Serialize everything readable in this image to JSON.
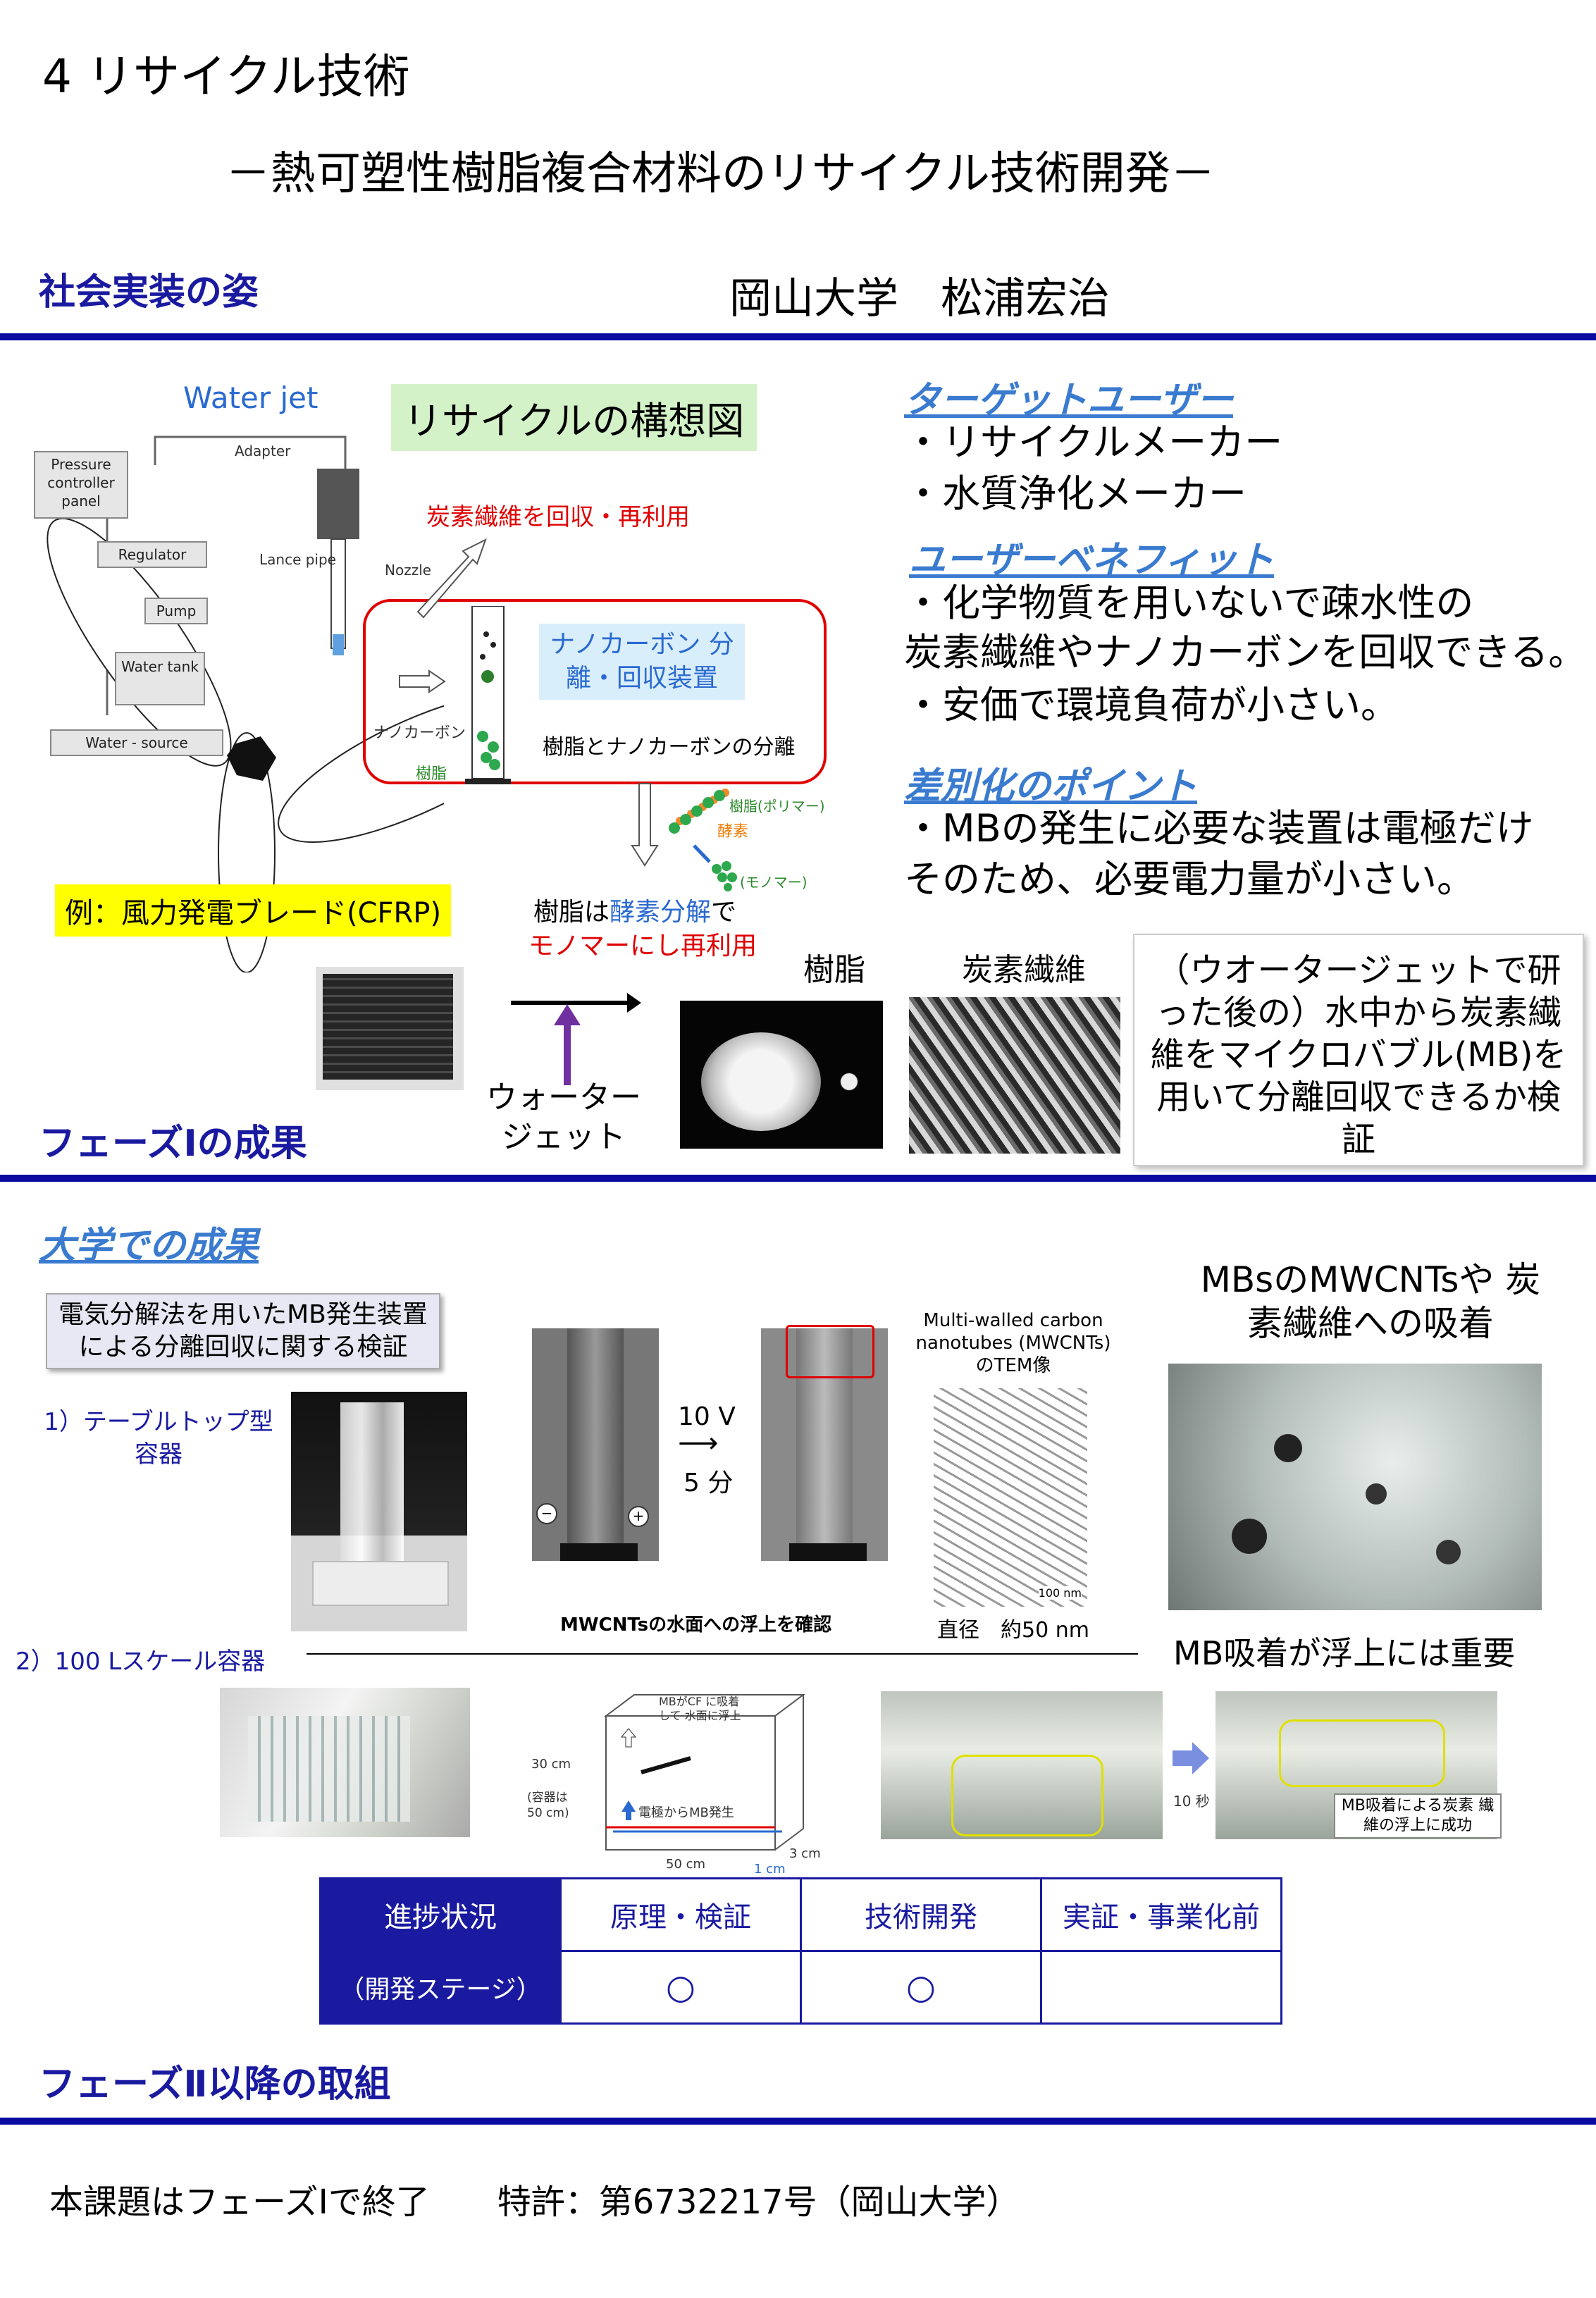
{
  "header": {
    "section_number_title": "4 リサイクル技術",
    "subtitle": "－熱可塑性樹脂複合材料のリサイクル技術開発－",
    "affiliation": "岡山大学　松浦宏治"
  },
  "social": {
    "heading": "社会実装の姿",
    "diagram_title": "リサイクルの構想図",
    "water_jet": "Water jet",
    "adapter": "Adapter",
    "pressure_panel": "Pressure controller panel",
    "regulator": "Regulator",
    "pump": "Pump",
    "water_tank": "Water tank",
    "water_source": "Water - source",
    "lance_pipe": "Lance pipe",
    "nozzle": "Nozzle",
    "cf_recover": "炭素繊維を回収・再利用",
    "nano_device": "ナノカーボン 分離・回収装置",
    "nanocarbon": "ナノカーボン",
    "resin": "樹脂",
    "separation": "樹脂とナノカーボンの分離",
    "polymer": "樹脂(ポリマー)",
    "enzyme": "酵素",
    "monomer": "(モノマー)",
    "resin_line1_a": "樹脂は",
    "resin_line1_b": "酵素分解",
    "resin_line1_c": "で",
    "resin_line2": "モノマーにし再利用",
    "example": "例：風力発電ブレード(CFRP)",
    "photo_resin": "樹脂",
    "photo_cf": "炭素繊維",
    "water_jet_jp": "ウォーター ジェット",
    "mb_note": "（ウオータージェットで研った後の）水中から炭素繊維をマイクロバブル(MB)を用いて分離回収できるか検証"
  },
  "target": {
    "title": "ターゲットユーザー",
    "items": [
      "・リサイクルメーカー",
      "・水質浄化メーカー"
    ]
  },
  "benefit": {
    "title": "ユーザーベネフィット",
    "line1": "・化学物質を用いないで疎水性の",
    "line2": "炭素繊維やナノカーボンを回収できる。",
    "line3": "・安価で環境負荷が小さい。"
  },
  "diff": {
    "title": "差別化のポイント",
    "line1": "・MBの発生に必要な装置は電極だけ",
    "line2": "そのため、必要電力量が小さい。"
  },
  "phase1": {
    "heading": "フェーズⅠの成果",
    "univ_title": "大学での成果",
    "box_label": "電気分解法を用いたMB発生装置による分離回収に関する検証",
    "item1": "1）テーブルトップ型 容器",
    "voltage": "10 V",
    "arrow": "⟶",
    "minutes": "5 分",
    "mwcnt_caption": "MWCNTsの水面への浮上を確認",
    "tem_title": "Multi-walled carbon nanotubes (MWCNTs) のTEM像",
    "diameter": "直径　約50 nm",
    "scale": "100 nm",
    "mb_adsorb_title": "MBsのMWCNTsや 炭素繊維への吸着",
    "mb_important": "MB吸着が浮上には重要",
    "item2": "2）100 Lスケール容器",
    "d_h": "30 cm",
    "d_vol": "(容器は 50 cm)",
    "d_w": "50 cm",
    "d_d": "3 cm",
    "d_1": "1 cm",
    "d_float": "MBがCF に吸着して 水面に浮上",
    "d_elec": "電極からMB発生",
    "ten_sec": "10 秒",
    "success": "MB吸着による炭素 繊維の浮上に成功"
  },
  "progress": {
    "label": "進捗状況",
    "sublabel": "（開発ステージ）",
    "stages": [
      "原理・検証",
      "技術開発",
      "実証・事業化前"
    ],
    "marks": [
      "○",
      "○",
      ""
    ]
  },
  "phase2": {
    "heading": "フェーズⅡ以降の取組",
    "text": "本課題はフェーズⅠで終了　　特許：第6732217号（岡山大学）"
  },
  "colors": {
    "brand_blue": "#1a1aa0",
    "accent_blue": "#3a7bd0",
    "red": "#e00000",
    "highlight_yellow": "#ffff00",
    "highlight_green": "#d4f2c8"
  }
}
